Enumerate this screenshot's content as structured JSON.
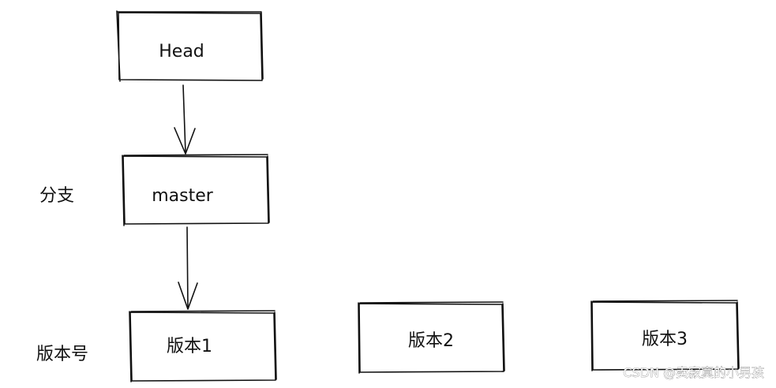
{
  "nodes": {
    "head": "Head",
    "master": "master",
    "version1": "版本1",
    "version2": "版本2",
    "version3": "版本3"
  },
  "side_labels": {
    "branch": "分支",
    "version_number": "版本号"
  },
  "watermark": "CSDN @卖寂寞的小男孩"
}
